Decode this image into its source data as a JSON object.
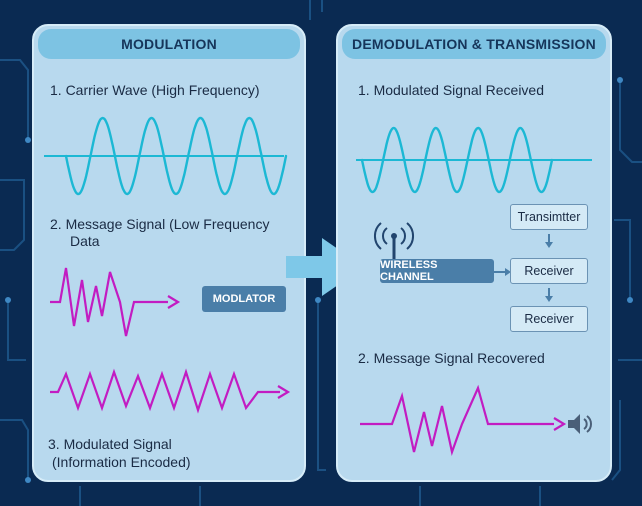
{
  "left_panel": {
    "title": "MODULATION",
    "carrier_label": "1. Carrier Wave (High Frequency)",
    "message_label_line1": "2. Message Signal (Low Frequency",
    "message_label_line2": "Data",
    "modulator_label": "MODLATOR",
    "modulated_label_line1": "3. Modulated Signal",
    "modulated_label_line2": "(Information Encoded)"
  },
  "right_panel": {
    "title": "DEMODULATION & TRANSMISSION",
    "received_label": "1. Modulated Signal Received",
    "wireless_label": "WIRELESS CHANNEL",
    "transmitter_label": "Transimtter",
    "receiver_label_1": "Receiver",
    "receiver_label_2": "Receiver",
    "recovered_label": "2. Message Signal Recovered"
  },
  "icons": [
    "antenna-icon",
    "speaker-icon",
    "flow-arrow-icon"
  ],
  "colors": {
    "background": "#0a2a52",
    "panel": "#b8d9ee",
    "panel_title": "#7dc3e3",
    "carrier_wave": "#1cb8d4",
    "message_wave": "#c21cc2",
    "chip": "#4a7ea8"
  }
}
